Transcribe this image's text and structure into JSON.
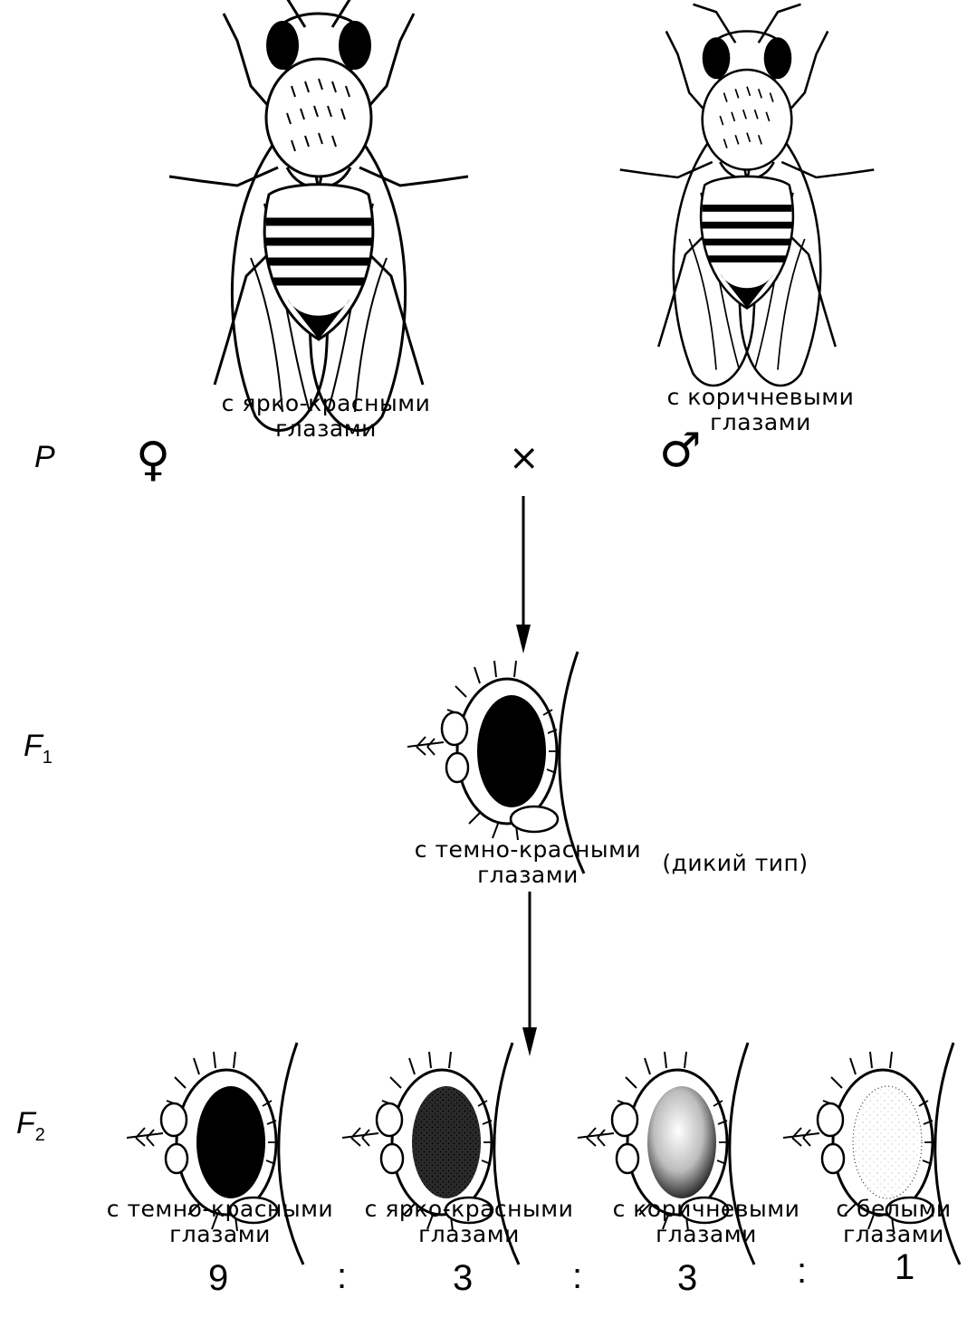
{
  "parents": {
    "generation_label": "P",
    "female": {
      "symbol": "♀",
      "caption_line1": "с ярко-красными",
      "caption_line2": "глазами"
    },
    "cross_symbol": "×",
    "male": {
      "symbol": "♂",
      "caption_line1": "с коричневыми",
      "caption_line2": "глазами"
    }
  },
  "f1": {
    "generation_label": "F",
    "generation_index": "1",
    "caption_line1": "с темно-красными",
    "caption_line2": "глазами",
    "note": "(дикий тип)"
  },
  "f2": {
    "generation_label": "F",
    "generation_index": "2",
    "phenotypes": [
      {
        "caption_line1": "с темно-красными",
        "caption_line2": "глазами",
        "ratio": "9",
        "eye": "dark-red"
      },
      {
        "caption_line1": "с ярко-красными",
        "caption_line2": "глазами",
        "ratio": "3",
        "eye": "bright-red"
      },
      {
        "caption_line1": "с коричневыми",
        "caption_line2": "глазами",
        "ratio": "3",
        "eye": "brown"
      },
      {
        "caption_line1": "с белыми",
        "caption_line2": "глазами",
        "ratio": "1",
        "eye": "white"
      }
    ],
    "separator": ":"
  }
}
